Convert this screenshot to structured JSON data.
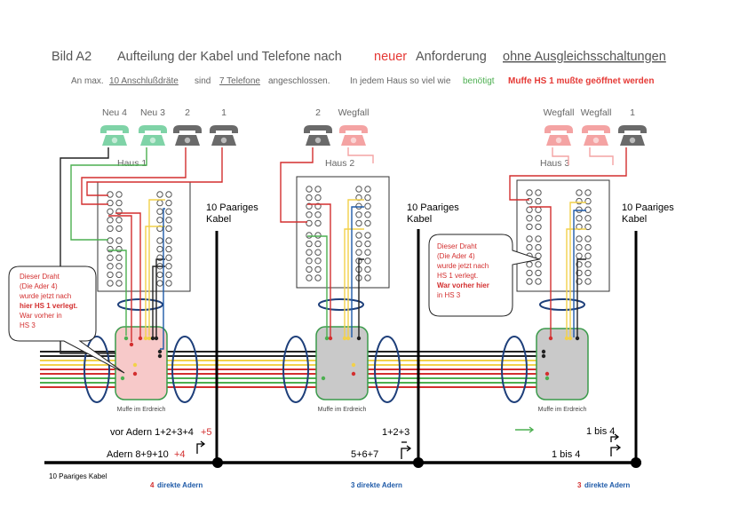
{
  "title": {
    "prefix": "Bild A2",
    "part1": "Aufteilung der Kabel und Telefone nach",
    "highlight": "neuer",
    "part2": "Anforderung",
    "underlined": "ohne Ausgleichsschaltungen"
  },
  "subtitle": {
    "a": "An max.",
    "b": "10 Anschlußdräte",
    "c": "sind",
    "d": "7 Telefone",
    "e": "angeschlossen.",
    "f": "In jedem Haus so viel wie",
    "g": "benötigt",
    "h": "Muffe  HS 1  mußte  geöffnet werden"
  },
  "houses": [
    {
      "label": "Haus 1",
      "phones": [
        {
          "label": "Neu 4",
          "color": "#7fd3a7"
        },
        {
          "label": "Neu 3",
          "color": "#7fd3a7"
        },
        {
          "label": "2",
          "color": "#6a6a6a"
        },
        {
          "label": "1",
          "color": "#6a6a6a"
        }
      ]
    },
    {
      "label": "Haus 2",
      "phones": [
        {
          "label": "2",
          "color": "#6a6a6a"
        },
        {
          "label": "Wegfall",
          "color": "#f4a3a3"
        }
      ]
    },
    {
      "label": "Haus 3",
      "phones": [
        {
          "label": "Wegfall",
          "color": "#f4a3a3"
        },
        {
          "label": "Wegfall",
          "color": "#f4a3a3"
        },
        {
          "label": "1",
          "color": "#6a6a6a"
        }
      ]
    }
  ],
  "cable_label": {
    "line1": "10 Paariges",
    "line2": "Kabel"
  },
  "note1": [
    "Dieser Draht",
    " (Die Ader  4)",
    "wurde jetzt nach",
    "hier HS 1 verlegt.",
    "War vorher in",
    "      HS 3"
  ],
  "note2": [
    "Dieser Draht",
    " (Die Ader  4)",
    "wurde jetzt nach",
    "HS 1 verlegt.",
    "War vorher hier",
    "in    HS 3"
  ],
  "muffe_label": "Muffe im Erdreich",
  "wire_labels": {
    "vor": "vor  Adern  1+2+3+4",
    "vor_red": "+5",
    "adern": "Adern  8+9+10",
    "adern_red": "+4",
    "h2_top": "1+2+3",
    "h2_bottom": "5+6+7",
    "h3_top": "1 bis 4",
    "h3_bottom": "1 bis 4"
  },
  "bottom": {
    "cable": "10 Paariges Kabel",
    "h1_num": "4",
    "h1_text": "direkte Adern",
    "h2": "3 direkte Adern",
    "h3_num": "3",
    "h3_text": "direkte Adern"
  },
  "colors": {
    "green": "#4caf50",
    "red": "#d32f2f",
    "yellow": "#f2d14a",
    "blue": "#1e5aa8",
    "muffe_pink": "#f7c9c9",
    "muffe_grey": "#c9c9c9",
    "muffe_border": "#3a9a4a"
  }
}
